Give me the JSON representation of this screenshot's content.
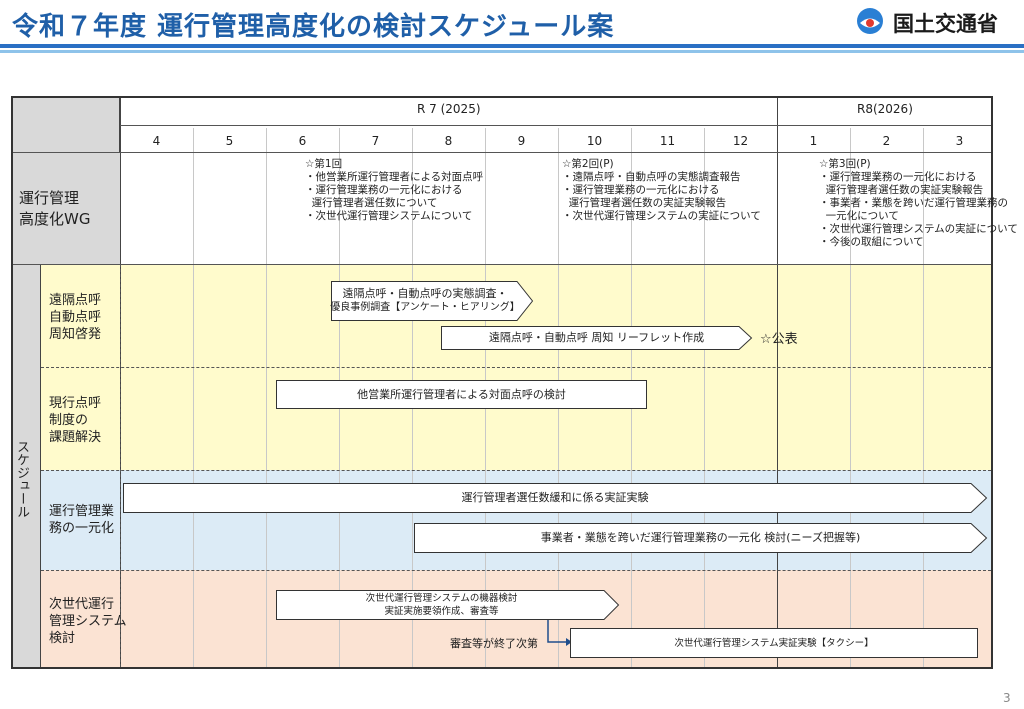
{
  "header": {
    "title": "令和７年度 運行管理高度化の検討スケジュール案",
    "org": "国土交通省"
  },
  "timeline": {
    "year1": "R 7 (2025)",
    "year2": "R8(2026)",
    "months": [
      "4",
      "5",
      "6",
      "7",
      "8",
      "9",
      "10",
      "11",
      "12",
      "1",
      "2",
      "3"
    ]
  },
  "wg": {
    "label_line1": "運行管理",
    "label_line2": "高度化WG",
    "meeting1": [
      "☆第1回",
      "・他営業所運行管理者による対面点呼",
      "・運行管理業務の一元化における",
      "  運行管理者選任数について",
      "・次世代運行管理システムについて"
    ],
    "meeting2": [
      "☆第2回(P)",
      "・遠隔点呼・自動点呼の実態調査報告",
      "・運行管理業務の一元化における",
      "  運行管理者選任数の実証実験報告",
      "・次世代運行管理システムの実証について"
    ],
    "meeting3": [
      "☆第3回(P)",
      "・運行管理業務の一元化における",
      "  運行管理者選任数の実証実験報告",
      "・事業者・業態を跨いだ運行管理業務の",
      "  一元化について",
      "・次世代運行管理システムの実証について",
      "・今後の取組について"
    ]
  },
  "schedule_label": "スケジュール",
  "rows": {
    "remote": {
      "line1": "遠隔点呼",
      "line2": "自動点呼",
      "line3": "周知啓発"
    },
    "system": {
      "line1": "現行点呼",
      "line2": "制度の",
      "line3": "課題解決"
    },
    "unify": {
      "line1": "運行管理業",
      "line2": "務の一元化"
    },
    "nextgen": {
      "line1": "次世代運行",
      "line2": "管理システム",
      "line3": "検討"
    }
  },
  "tasks": {
    "survey_line1": "遠隔点呼・自動点呼の実態調査・",
    "survey_line2": "優良事例調査【アンケート・ヒアリング】",
    "leaflet": "遠隔点呼・自動点呼 周知 リーフレット作成",
    "publish": "☆公表",
    "other_office": "他営業所運行管理者による対面点呼の検討",
    "relax": "運行管理者選任数緩和に係る実証実験",
    "cross": "事業者・業態を跨いだ運行管理業務の一元化 検討(ニーズ把握等)",
    "device_line1": "次世代運行管理システムの機器検討",
    "device_line2": "実証実施要領作成、審査等",
    "after_review": "審査等が終了次第",
    "taxi": "次世代運行管理システム実証実験【タクシー】"
  },
  "page_number": "3",
  "colors": {
    "title_blue": "#1f5fa8",
    "header_gray": "#d9d9d9",
    "yellow_band": "#fffbcc",
    "blue_band": "#dcebf6",
    "peach_band": "#fbe3d3"
  }
}
